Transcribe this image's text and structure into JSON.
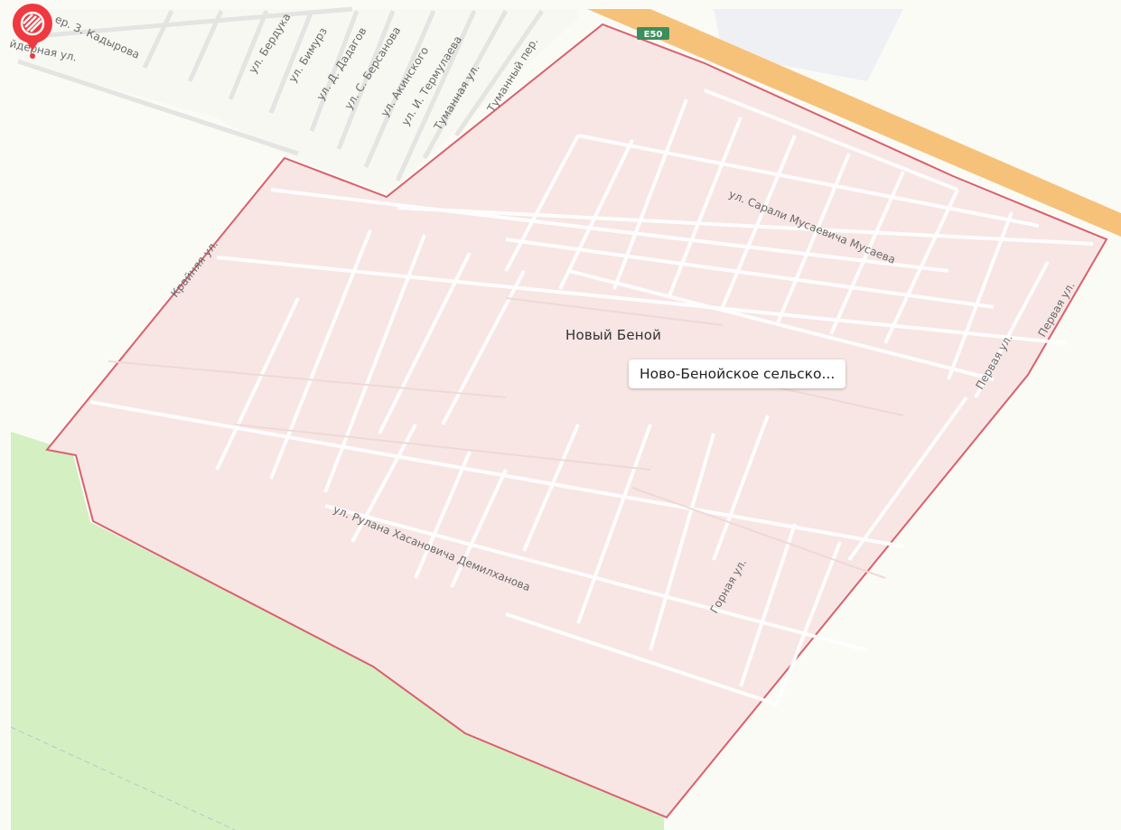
{
  "map": {
    "settlement_name": "Новый Беной",
    "poi_label": "Ново-Бенойское сельско...",
    "poi_icon": "administrative-building-icon",
    "highway_shield": "E50",
    "colors": {
      "boundary": "#d9606d",
      "boundary_fill": "#f7e6e4",
      "forest": "#d4efc2",
      "highway": "#f6c27a",
      "marker": "#f0383f",
      "background": "#fbfbf6"
    },
    "street_labels": {
      "kadyrova": "ер. З. Кадырова",
      "fidernaya": "йдерная ул.",
      "berduk": "ул. Бердука",
      "bimurz": "ул. Бимурз",
      "dadagov": "ул. Д. Дадагов",
      "bersanova": "ул. С. Берсанова",
      "akinskogo": "ул. Акинского",
      "termulaeva": "ул. И. Термулаева",
      "tumannaya": "Туманная ул.",
      "tumannyi_per": "Туманный пер.",
      "kraynyaya": "Крайняя ул.",
      "sarali": "ул. Сарали Мусаевича Мусаева",
      "pervaya_1": "Первая ул.",
      "pervaya_2": "Первая ул.",
      "rulana": "ул. Рулана Хасановича Демилханова",
      "gornaya": "Горная ул."
    }
  }
}
